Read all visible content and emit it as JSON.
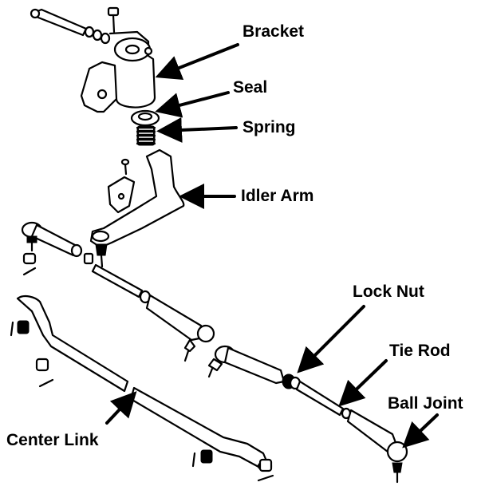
{
  "labels": {
    "bracket": "Bracket",
    "seal": "Seal",
    "spring": "Spring",
    "idler_arm": "Idler Arm",
    "lock_nut": "Lock Nut",
    "tie_rod": "Tie Rod",
    "ball_joint": "Ball Joint",
    "center_link": "Center Link"
  }
}
